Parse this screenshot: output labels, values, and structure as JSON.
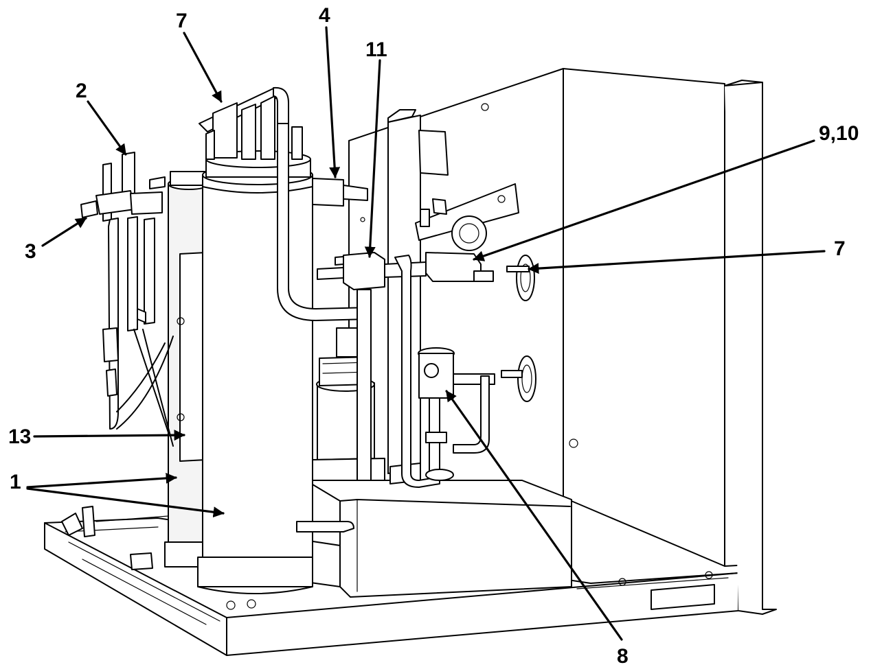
{
  "callouts": [
    {
      "id": "c1",
      "text": "1"
    },
    {
      "id": "c2",
      "text": "2"
    },
    {
      "id": "c3",
      "text": "3"
    },
    {
      "id": "c4",
      "text": "4"
    },
    {
      "id": "c7a",
      "text": "7"
    },
    {
      "id": "c7b",
      "text": "7"
    },
    {
      "id": "c8",
      "text": "8"
    },
    {
      "id": "c910",
      "text": "9,10"
    },
    {
      "id": "c11",
      "text": "11"
    },
    {
      "id": "c13",
      "text": "13"
    }
  ]
}
